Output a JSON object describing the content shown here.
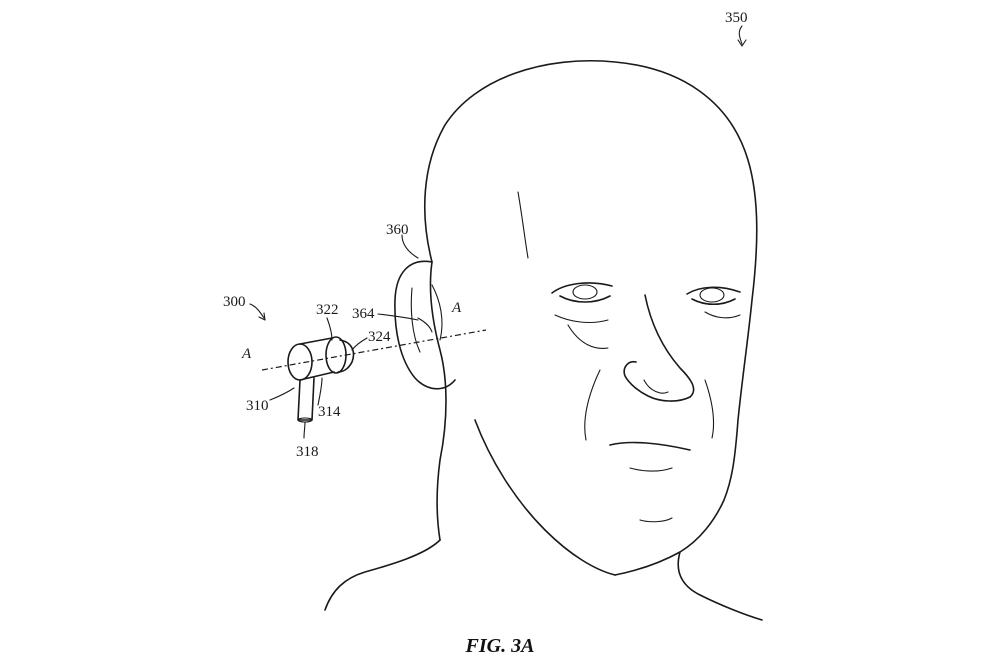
{
  "figure": {
    "caption": "FIG. 3A",
    "labels": {
      "head_ref": "350",
      "ear_ref": "360",
      "ear_canal_ref": "364",
      "device_ref": "300",
      "housing_ref": "310",
      "body_ref": "314",
      "stem_ref": "318",
      "tip_ref": "322",
      "tip_end_ref": "324",
      "axis_left": "A",
      "axis_right": "A"
    }
  }
}
